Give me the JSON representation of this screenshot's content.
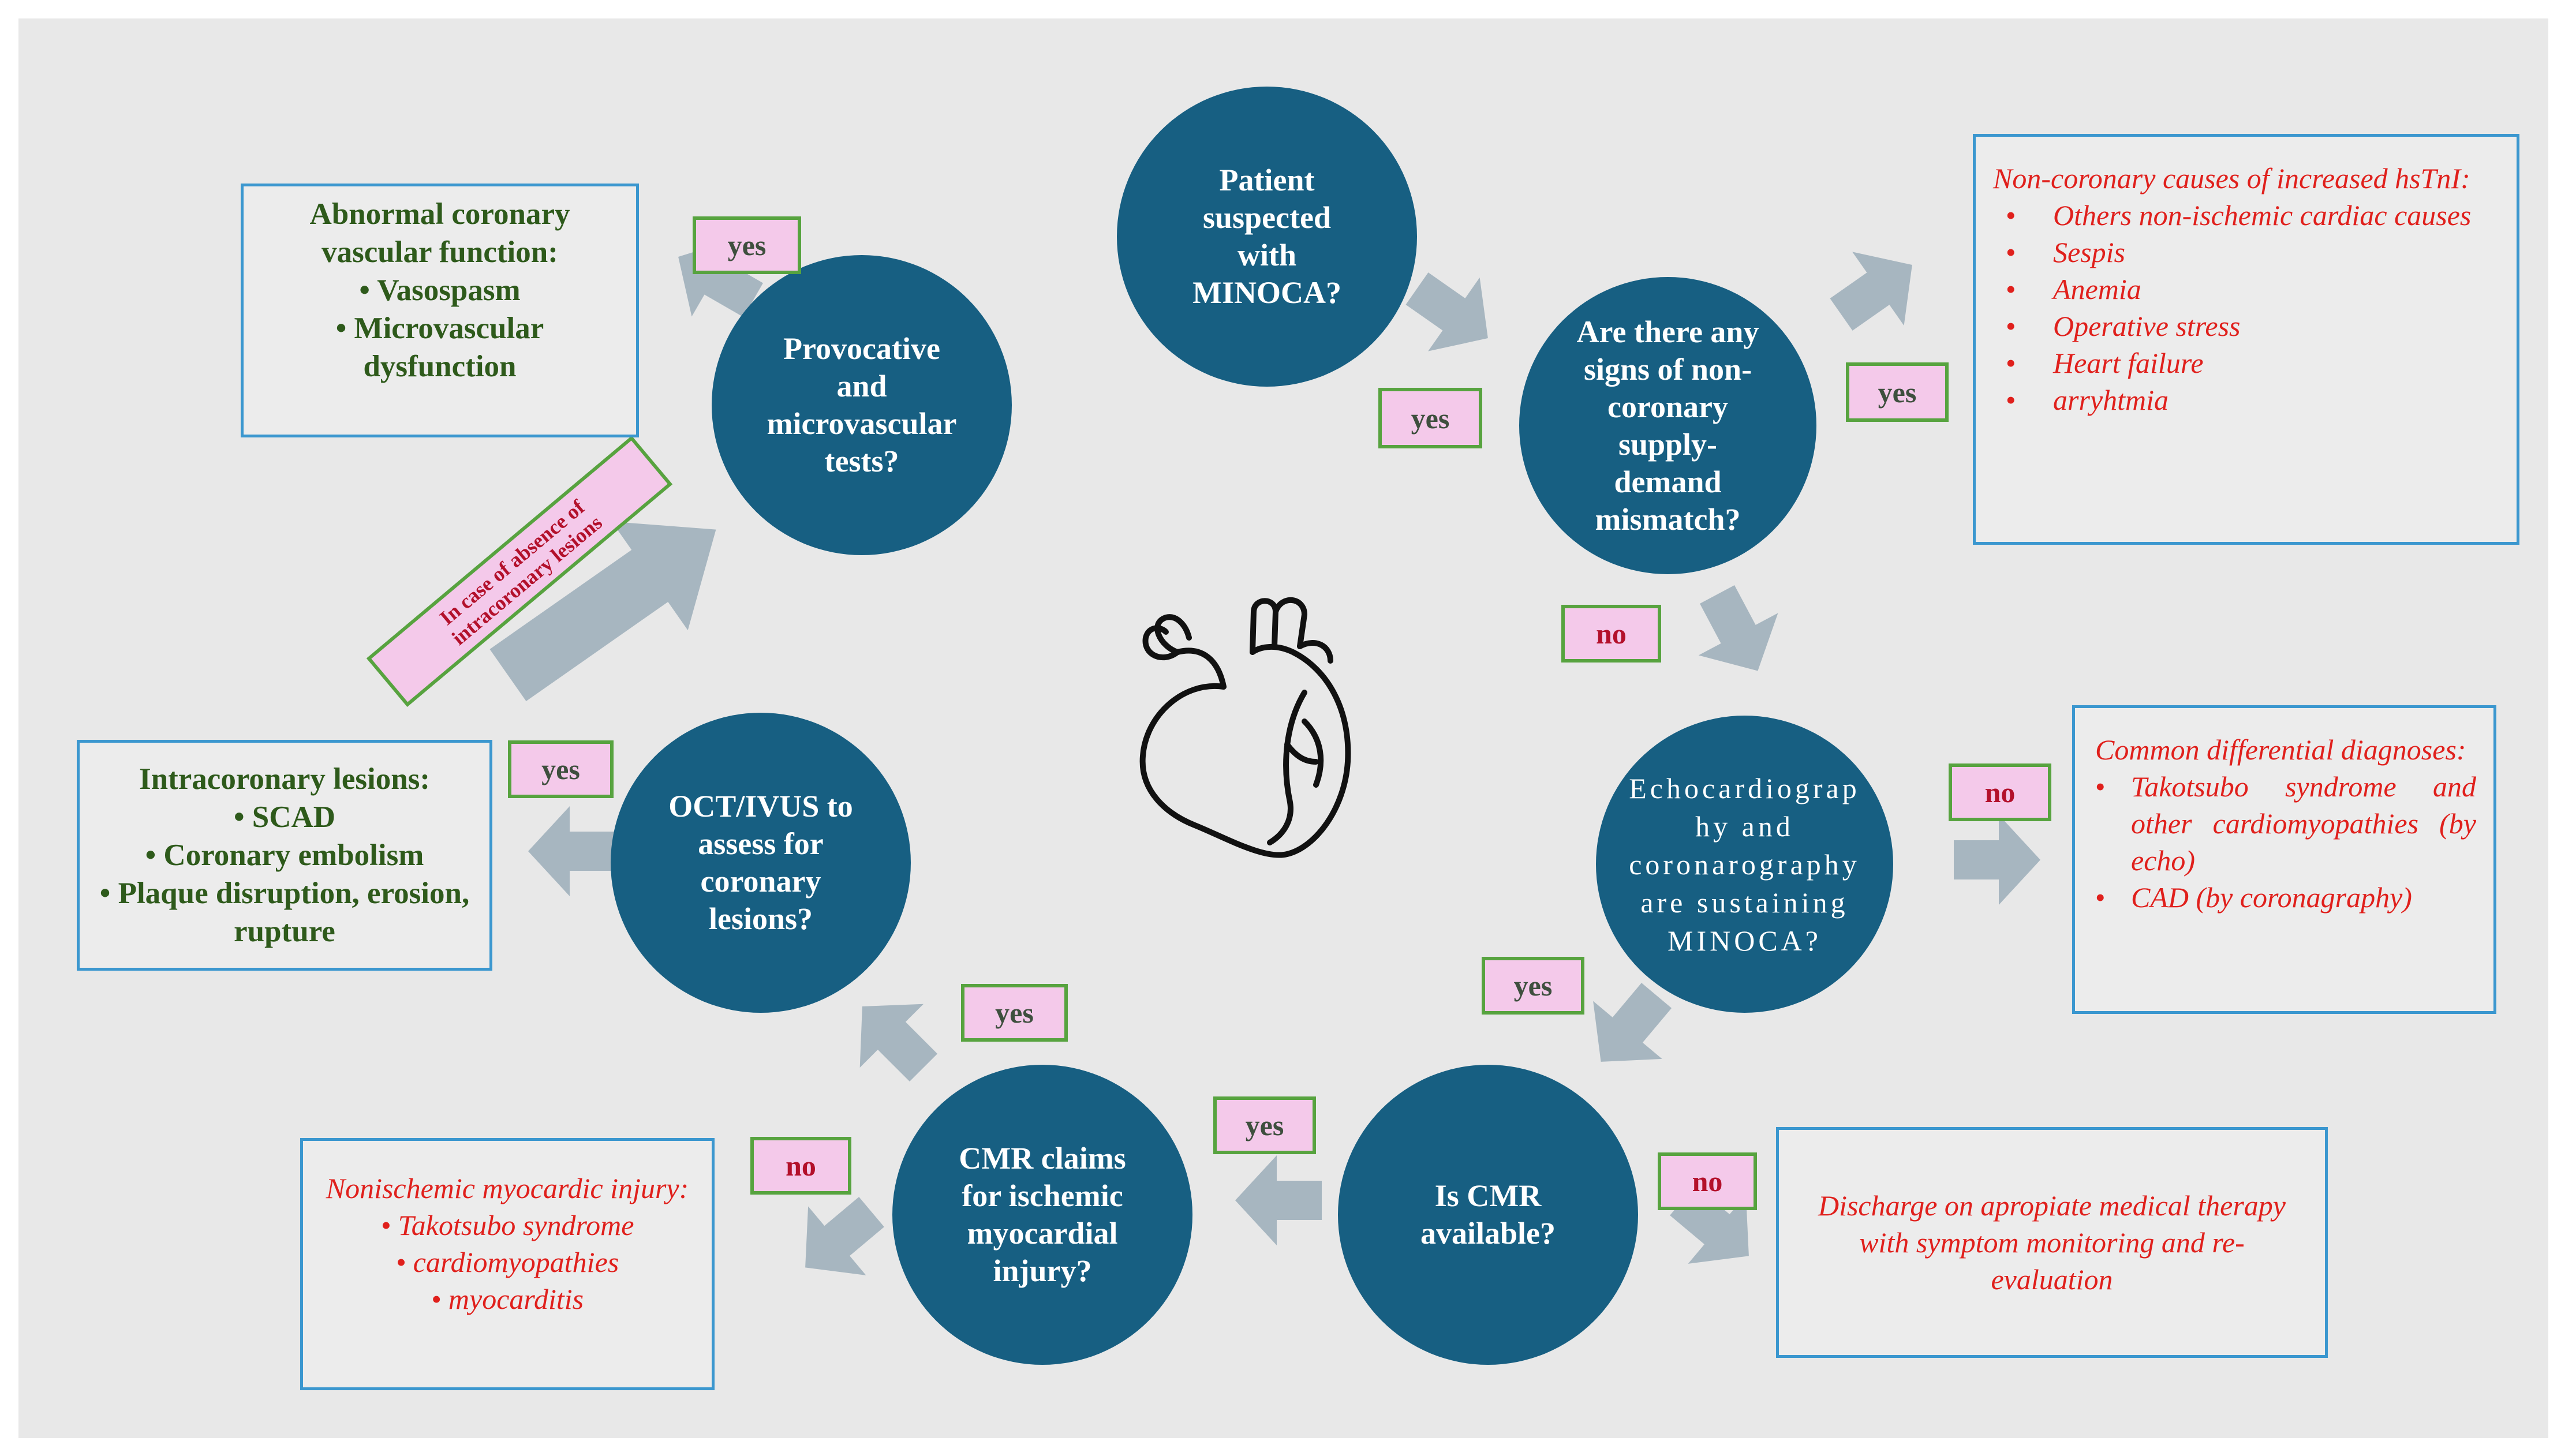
{
  "colors": {
    "circle": "#175f82",
    "arrow": "#a7b6c0",
    "tag_fill": "#f4c9ea",
    "tag_border": "#57a33f",
    "box_border": "#3b97cf",
    "green_text": "#2e5a1b",
    "red_text": "#e0201c"
  },
  "circles": {
    "minoca": "Patient\nsuspected\nwith\nMINOCA?",
    "signs": "Are there any\nsigns of non-\ncoronary\nsupply-\ndemand\nmismatch?",
    "echo": "Echocardiograp\nhy and\ncoronarography\nare sustaining\nMINOCA?",
    "cmr_available": "Is CMR\navailable?",
    "cmr_claims": "CMR claims\nfor ischemic\nmyocardial\ninjury?",
    "oct": "OCT/IVUS to\nassess for\ncoronary\nlesions?",
    "provocative": "Provocative\nand\nmicrovascular\ntests?"
  },
  "tags": {
    "yes": "yes",
    "no": "no",
    "absence": "In case of absence of intracoronary lesions"
  },
  "boxes": {
    "noncoronary": {
      "title": "Non-coronary causes of increased hsTnI:",
      "items": [
        "Others non-ischemic cardiac causes",
        "Sespis",
        "Anemia",
        "Operative stress",
        "Heart failure",
        "arryhtmia"
      ]
    },
    "differential": {
      "title": "Common differential diagnoses:",
      "items": [
        "Takotsubo syndrome and other cardiomyopathies (by echo)",
        "CAD (by coronagraphy)"
      ]
    },
    "discharge": "Discharge on apropiate medical therapy with symptom monitoring and re-evaluation",
    "nonischemic": {
      "title": "Nonischemic myocardic injury:",
      "items": [
        "Takotsubo syndrome",
        "cardiomyopathies",
        "myocarditis"
      ]
    },
    "intracoronary": {
      "title": "Intracoronary lesions:",
      "items": [
        "SCAD",
        "Coronary embolism",
        "Plaque disruption, erosion, rupture"
      ]
    },
    "abnormal": {
      "title": "Abnormal coronary vascular function:",
      "items": [
        "Vasospasm",
        "Microvascular dysfunction"
      ]
    }
  },
  "icons": {
    "center": "heart-outline-icon",
    "arrows": "block-arrow-icon"
  }
}
